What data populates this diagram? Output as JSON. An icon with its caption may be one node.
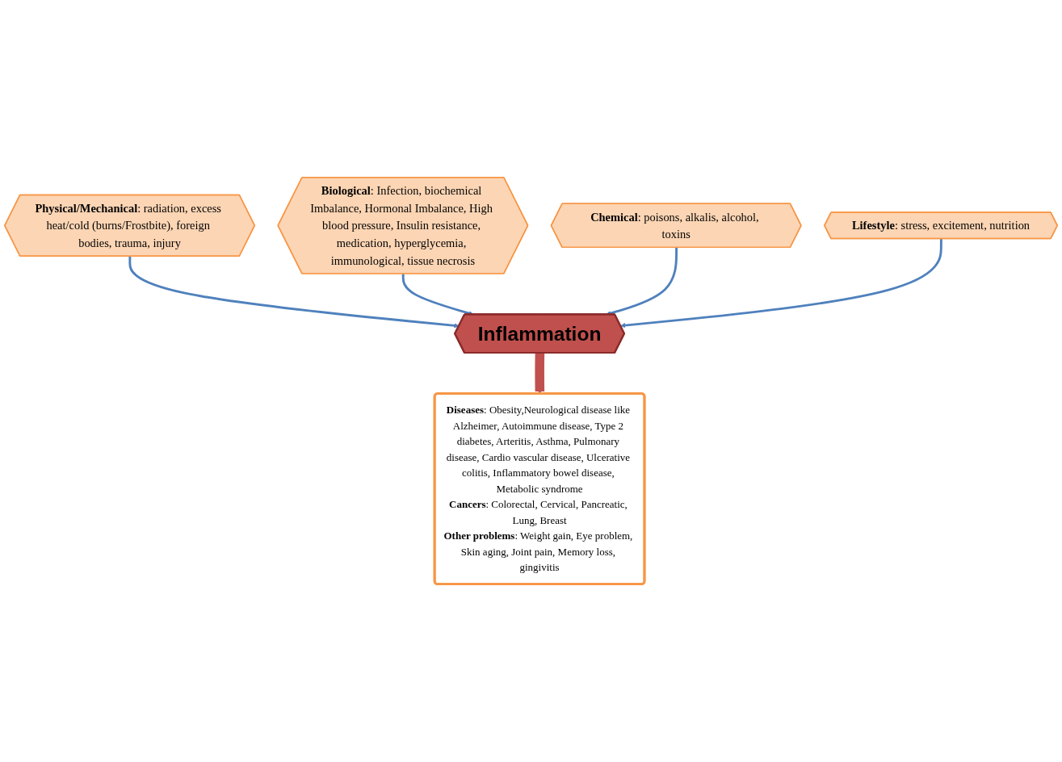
{
  "diagram": {
    "nodes": [
      {
        "text": [
          "**Physical/Mechanical**: radiation, excess heat/cold (burns/Frostbite), foreign bodies, trauma, injury"
        ]
      },
      {
        "text": [
          "**Biological**: Infection, biochemical Imbalance, Hormonal Imbalance, High blood pressure, Insulin resistance, medication, hyperglycemia, immunological, tissue necrosis"
        ]
      },
      {
        "text": [
          "**Chemical**: poisons, alkalis, alcohol, toxins"
        ]
      },
      {
        "text": [
          "Inflammation"
        ]
      },
      {
        "text": [
          "**Lifestyle**: stress, excitement, nutrition"
        ]
      },
      {
        "text": [
          "**Diseases**: Obesity,Neurological disease like Alzheimer, Autoimmune disease, Type 2 diabetes, Arteritis, Asthma, Pulmonary disease, Cardio vascular disease, Ulcerative colitis, Inflammatory bowel disease, Metabolic syndrome",
          "**Cancers**: Colorectal, Cervical, Pancreatic, Lung, Breast",
          "**Other problems**: Weight gain, Eye problem, Skin aging, Joint pain, Memory loss, gingivitis"
        ]
      }
    ],
    "edges": [
      {
        "from": 0,
        "to": 3,
        "arrow": "to"
      },
      {
        "from": 1,
        "to": 3,
        "arrow": "to"
      },
      {
        "from": 2,
        "to": 3,
        "arrow": "to"
      },
      {
        "from": 4,
        "to": 3,
        "arrow": "to"
      },
      {
        "from": 3,
        "to": 5,
        "arrow": "to",
        "style": "thick",
        "color": "#c0504d"
      }
    ]
  }
}
